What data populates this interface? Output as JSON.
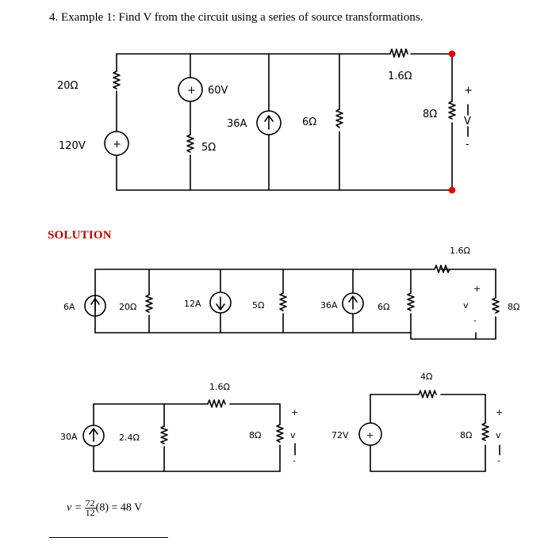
{
  "problem": {
    "statement": "4. Example 1: Find V from the circuit using a series of source transformations."
  },
  "solution_heading": "SOLUTION",
  "circuit1": {
    "r20": "20Ω",
    "v120": "120V",
    "v60": "60V",
    "r5": "5Ω",
    "i36": "36A",
    "r6": "6Ω",
    "r16": "1.6Ω",
    "r8": "8Ω",
    "vout": "V",
    "plus": "+",
    "minus": "-"
  },
  "circuit2": {
    "i6": "6A",
    "r20": "20Ω",
    "i12": "12A",
    "r5": "5Ω",
    "i36": "36A",
    "r6": "6Ω",
    "r16": "1.6Ω",
    "v": "v",
    "r8": "8Ω",
    "plus": "+",
    "minus": "-"
  },
  "circuit3": {
    "i30": "30A",
    "r24": "2.4Ω",
    "r16": "1.6Ω",
    "r8": "8Ω",
    "v": "v",
    "plus": "+",
    "minus": "-"
  },
  "circuit4": {
    "v72": "72V",
    "r4": "4Ω",
    "r8": "8Ω",
    "v": "v",
    "plus": "+",
    "minus": "-"
  },
  "equation": {
    "lhs": "v =",
    "numerator": "72",
    "denominator": "12",
    "rhs": "(8) = 48 V"
  },
  "colors": {
    "node_dot": "#e00000",
    "solution_heading": "#c00000"
  }
}
